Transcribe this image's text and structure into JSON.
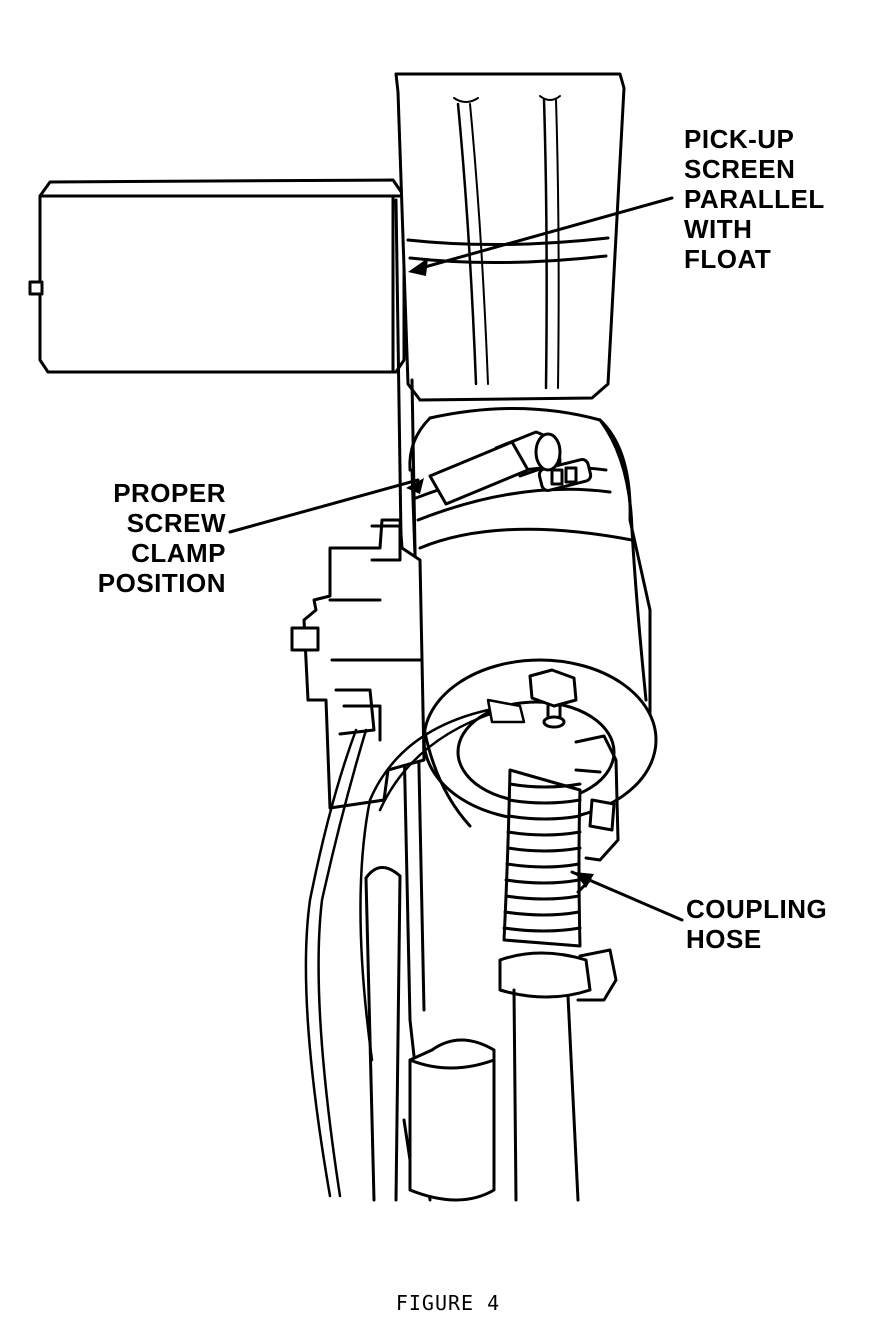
{
  "callouts": {
    "pickup_screen": [
      "PICK-UP",
      "SCREEN",
      "PARALLEL",
      "WITH",
      "FLOAT"
    ],
    "screw_clamp": [
      "PROPER",
      "SCREW",
      "CLAMP",
      "POSITION"
    ],
    "coupling_hose": [
      "COUPLING",
      "HOSE"
    ]
  },
  "caption": "FIGURE 4"
}
